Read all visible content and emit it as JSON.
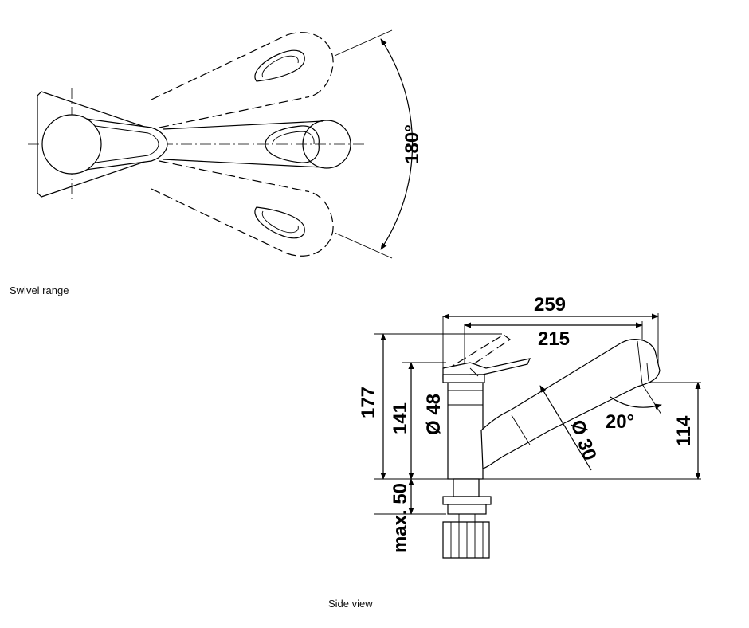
{
  "captions": {
    "swivel": "Swivel range",
    "side": "Side view"
  },
  "dimensions": {
    "swivel_angle": "180°",
    "total_length": "259",
    "spout_length": "215",
    "total_height": "177",
    "lever_height": "141",
    "body_diameter": "Ø 48",
    "spout_diameter": "Ø 30",
    "spray_angle": "20°",
    "outlet_height": "114",
    "max_deck": "max. 50"
  }
}
